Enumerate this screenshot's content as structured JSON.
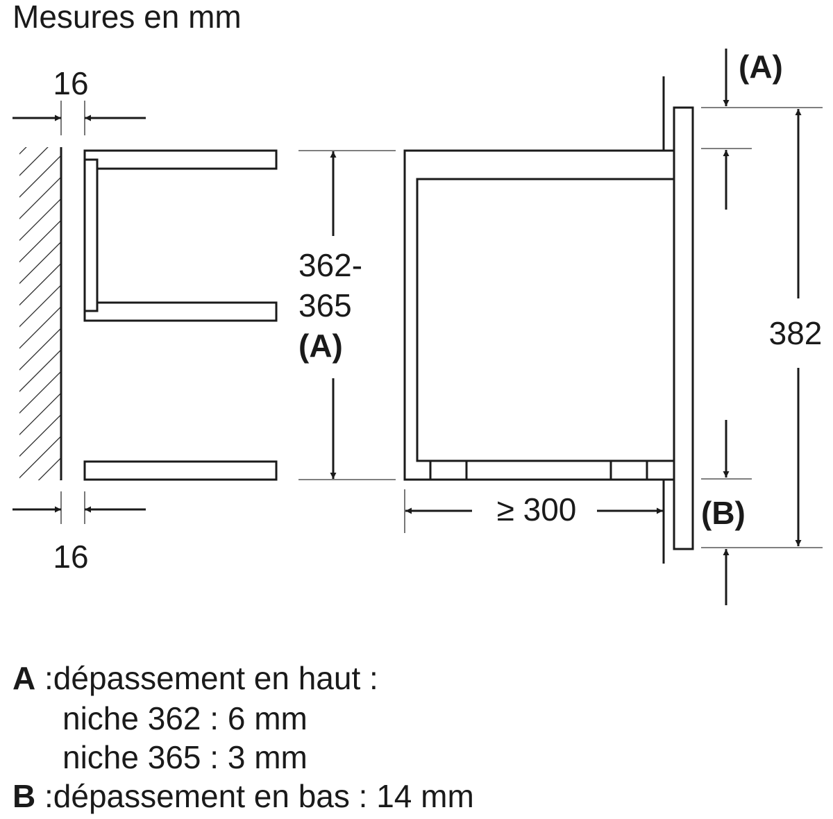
{
  "title": "Mesures en mm",
  "dimensions": {
    "side_gap_top": "16",
    "side_gap_bottom": "16",
    "niche_height_line1": "362-",
    "niche_height_line2": "365",
    "niche_height_ref": "(A)",
    "depth": "≥ 300",
    "front_height": "382",
    "ref_top": "(A)",
    "ref_bottom": "(B)"
  },
  "legend": {
    "a_key": "A",
    "a_text": ":dépassement en haut :",
    "a_line2": "niche 362 : 6 mm",
    "a_line3": "niche 365 : 3 mm",
    "b_key": "B",
    "b_text": ":dépassement en bas : 14 mm"
  }
}
